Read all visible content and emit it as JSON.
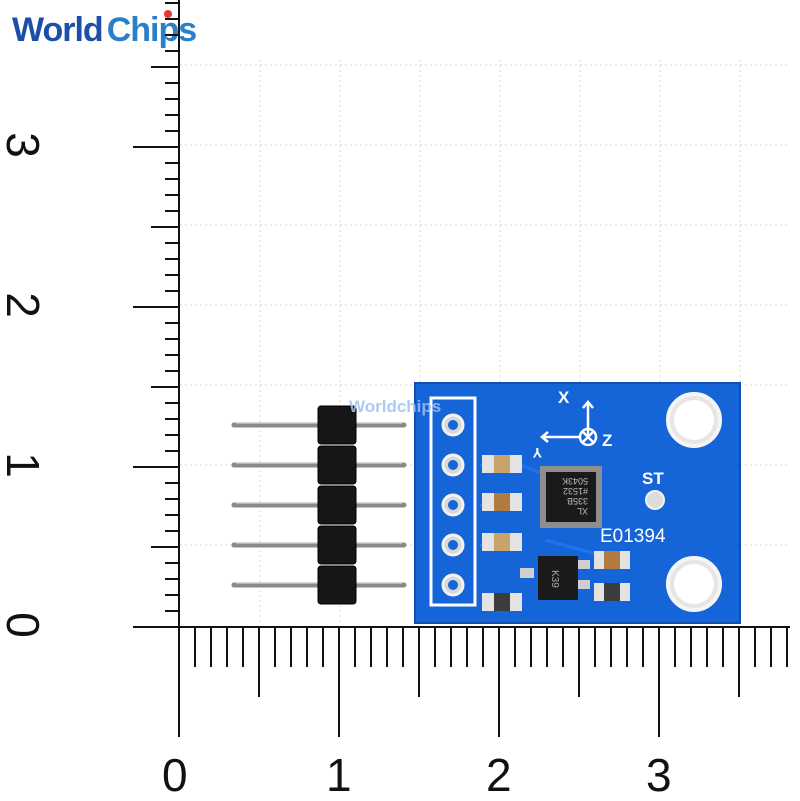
{
  "logo": {
    "part1": "World",
    "part2": "Chips"
  },
  "ruler": {
    "x_labels": [
      "0",
      "1",
      "2",
      "3"
    ],
    "y_labels": [
      "0",
      "1",
      "2",
      "3"
    ]
  },
  "board": {
    "watermark": "Worldchips",
    "axis_x": "X",
    "axis_y": "Y",
    "axis_z": "Z",
    "self_test": "ST",
    "part_number": "E01394",
    "chip_marking": [
      "XL",
      "335B",
      "#1532",
      "5043K"
    ],
    "regulator_marking": "K39",
    "color": "#1565d8"
  },
  "photo": {
    "alt": "ADXL335 accelerometer breakout board with 5-pin male header beside a cm ruler"
  }
}
